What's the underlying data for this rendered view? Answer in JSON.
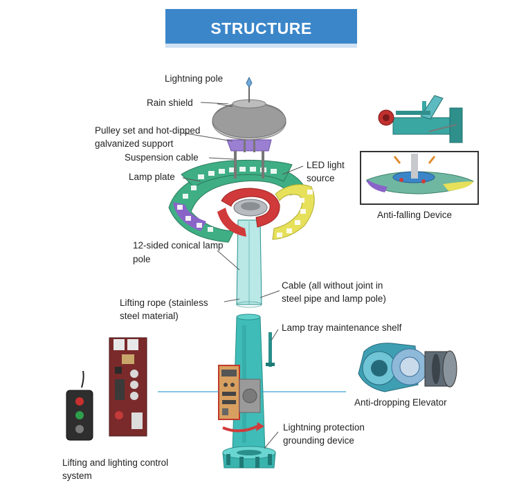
{
  "banner": {
    "title": "STRUCTURE"
  },
  "labels": {
    "lightning_pole": "Lightning pole",
    "rain_shield": "Rain shield",
    "pulley_line1": "Pulley set and hot-dipped",
    "pulley_line2": "galvanized support",
    "suspension_cable": "Suspension cable",
    "lamp_plate": "Lamp plate",
    "led_line1": "LED light",
    "led_line2": "source",
    "conical_line1": "12-sided conical lamp",
    "conical_line2": "pole",
    "cable_line1": "Cable (all without joint in",
    "cable_line2": "steel pipe and lamp pole)",
    "rope_line1": "Lifting rope (stainless",
    "rope_line2": "steel material)",
    "maintenance_shelf": "Lamp tray maintenance shelf",
    "lightning_protection_line1": "Lightning protection",
    "lightning_protection_line2": "grounding device",
    "anti_falling": "Anti-falling Device",
    "anti_dropping": "Anti-dropping Elevator",
    "control_line1": "Lifting and lighting control",
    "control_line2": "system"
  },
  "colors": {
    "banner": "#3b86c9",
    "pole": "#3fbcb8",
    "pole_dark": "#2a8f8b",
    "lamp_green": "#3fae84",
    "lamp_red": "#d03a3a",
    "lamp_purple": "#8a63c8",
    "lamp_yellow": "#e6e05a",
    "leader": "#555555"
  }
}
